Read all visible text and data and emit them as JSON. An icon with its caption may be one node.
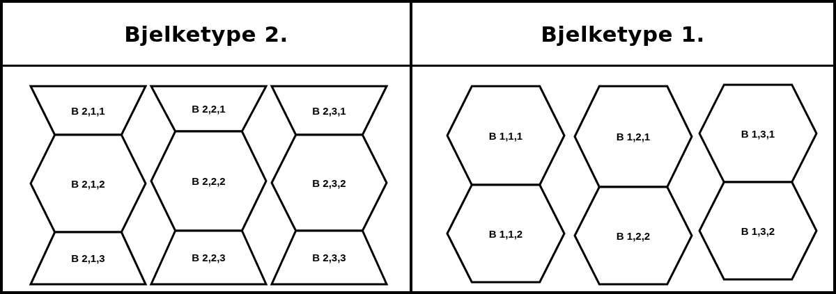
{
  "diagram": {
    "nodes": [
      {
        "text": [
          "Bjelketype 2."
        ]
      },
      {
        "text": [
          "B 2,1,1"
        ],
        "in": 0
      },
      {
        "text": [
          "B 2,1,2"
        ],
        "in": 0
      },
      {
        "text": [
          "B 2,1,3"
        ],
        "in": 0
      },
      {
        "text": [
          "B 2,2,1"
        ],
        "in": 0
      },
      {
        "text": [
          "B 2,2,2"
        ],
        "in": 0
      },
      {
        "text": [
          "B 2,2,3"
        ],
        "in": 0
      },
      {
        "text": [
          "B 2,3,1"
        ],
        "in": 0
      },
      {
        "text": [
          "B 2,3,2"
        ],
        "in": 0
      },
      {
        "text": [
          "B 2,3,3"
        ],
        "in": 0
      },
      {
        "text": [
          "Bjelketype 1."
        ]
      },
      {
        "text": [
          "B 1,1,1"
        ],
        "in": 10
      },
      {
        "text": [
          "B 1,1,2"
        ],
        "in": 10
      },
      {
        "text": [
          "B 1,2,1"
        ],
        "in": 10
      },
      {
        "text": [
          "B 1,2,2"
        ],
        "in": 10
      },
      {
        "text": [
          "B 1,3,1"
        ],
        "in": 10
      },
      {
        "text": [
          "B 1,3,2"
        ],
        "in": 10
      }
    ]
  }
}
